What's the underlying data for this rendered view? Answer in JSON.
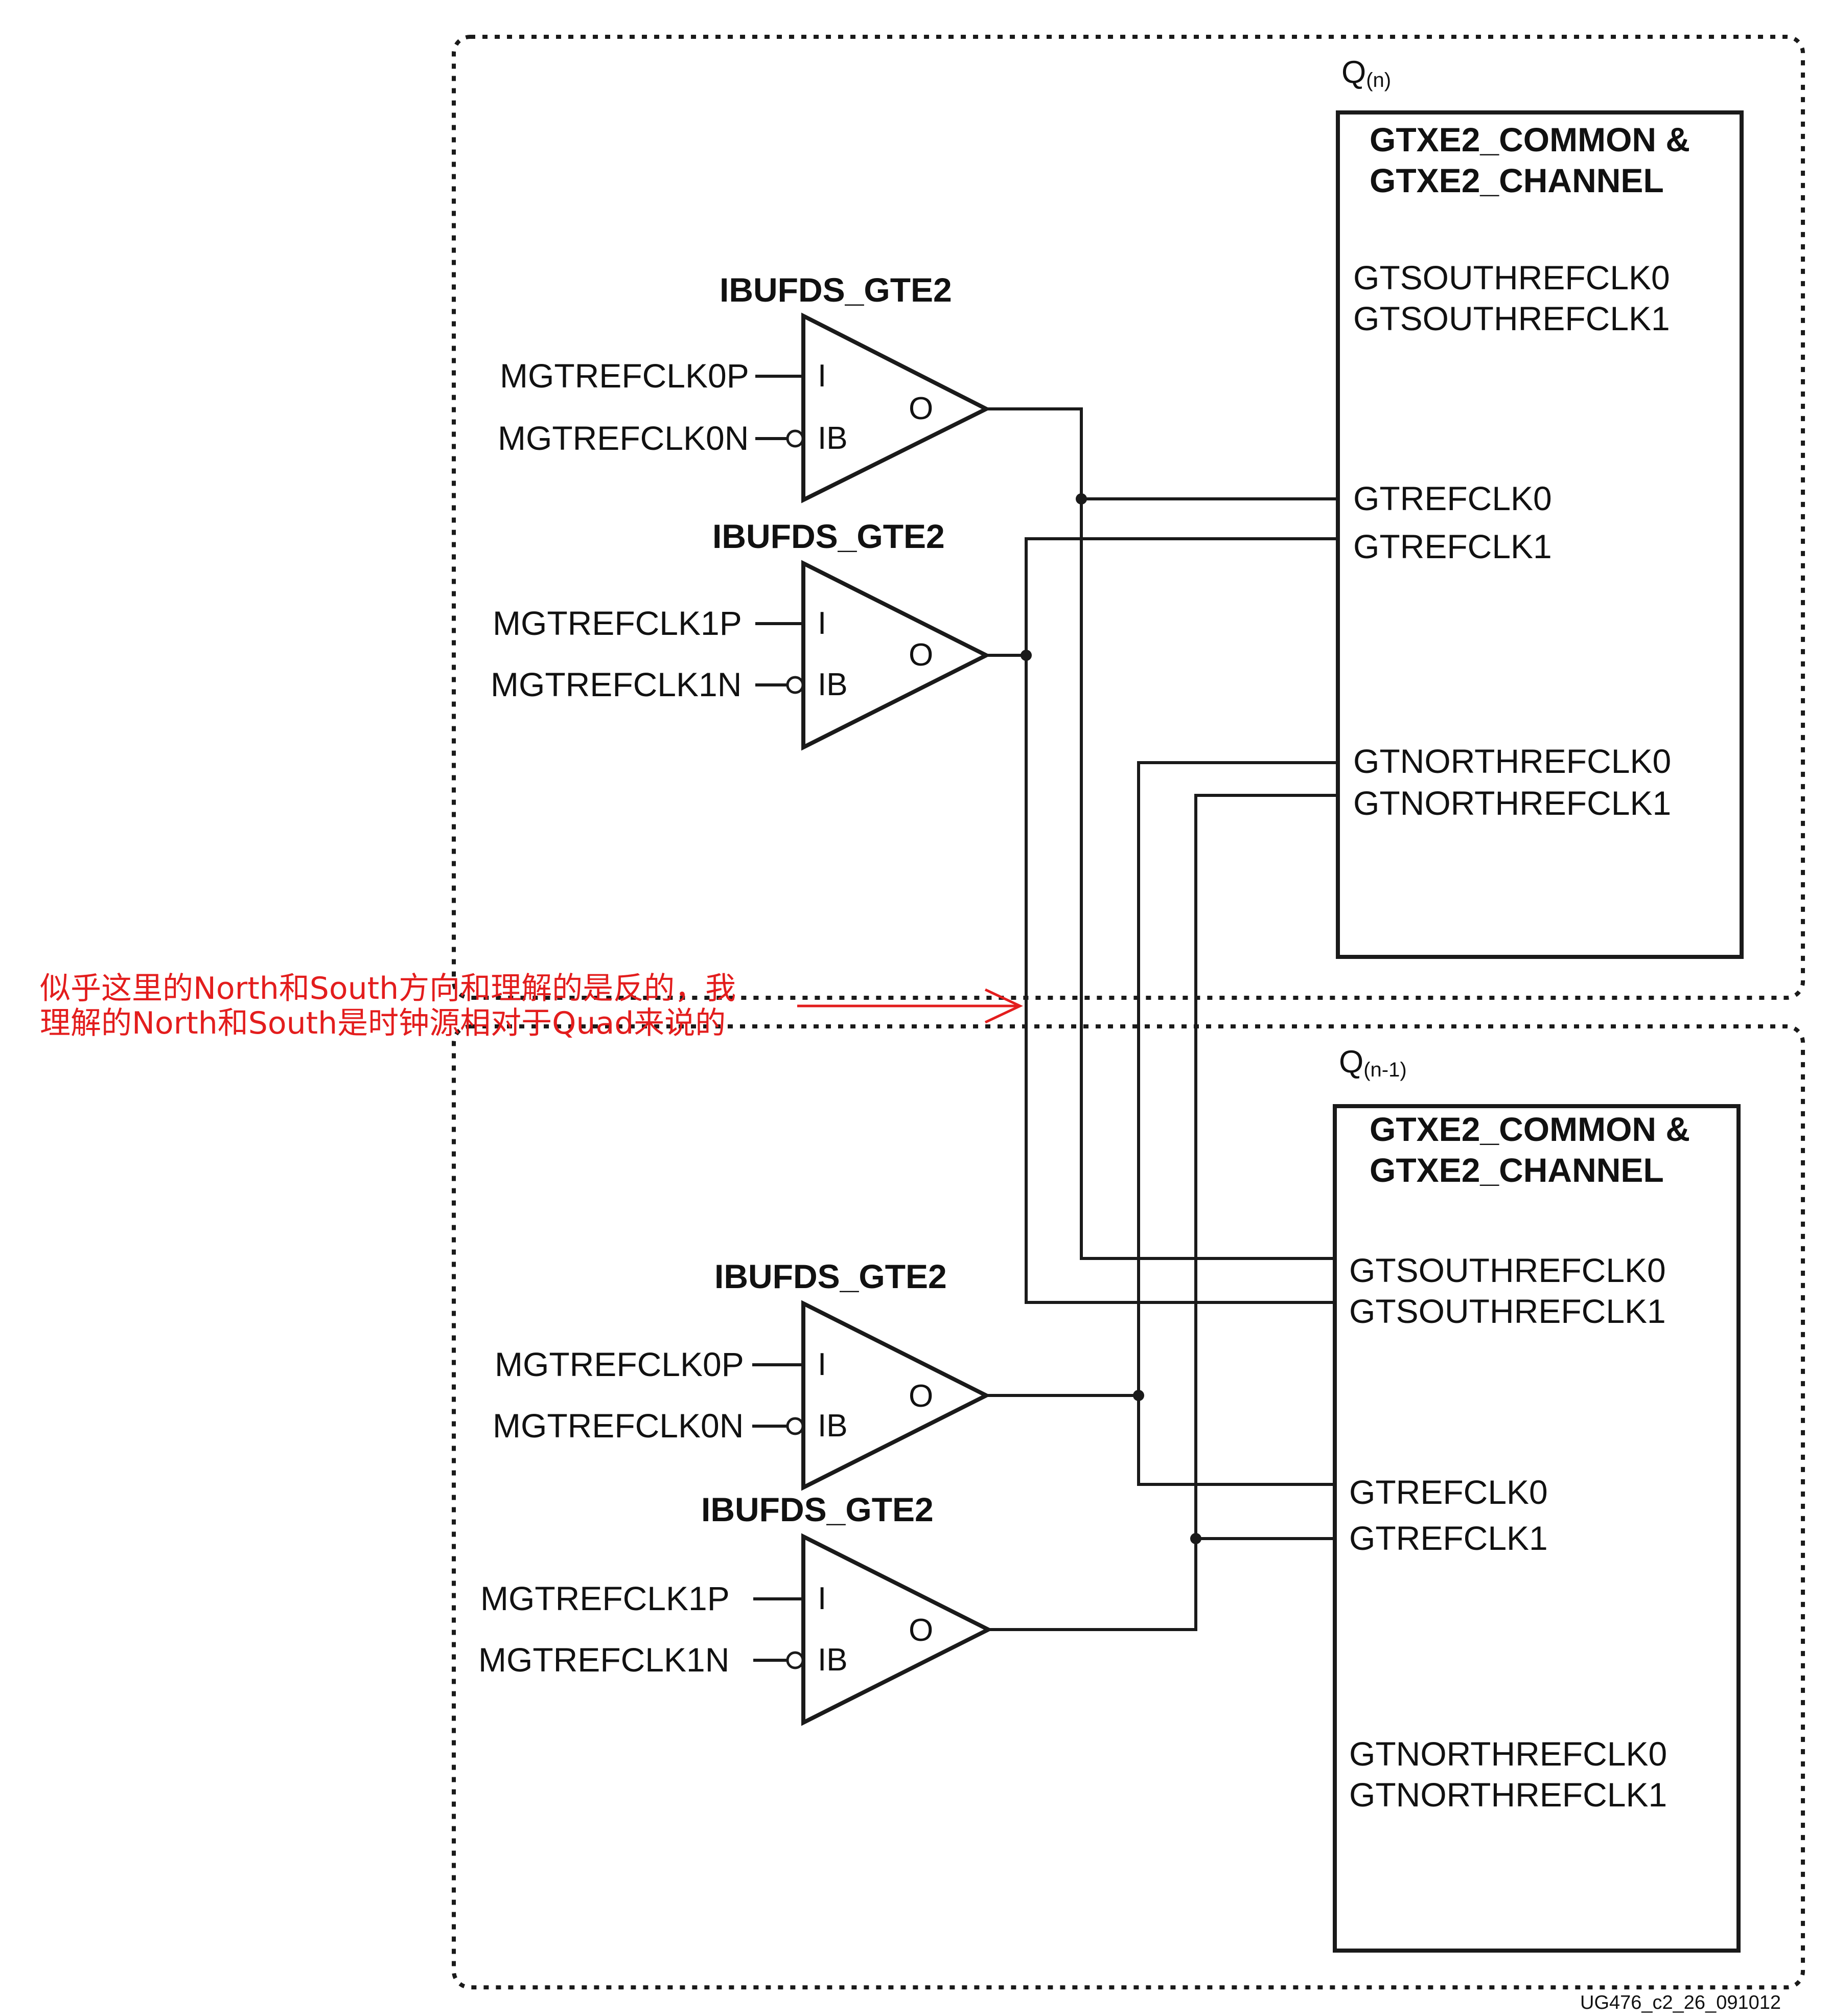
{
  "quads": {
    "upper": {
      "label": "Q",
      "label_sub": "(n)",
      "block_title_1": "GTXE2_COMMON &",
      "block_title_2": "GTXE2_CHANNEL",
      "ports": {
        "south0": "GTSOUTHREFCLK0",
        "south1": "GTSOUTHREFCLK1",
        "ref0": "GTREFCLK0",
        "ref1": "GTREFCLK1",
        "north0": "GTNORTHREFCLK0",
        "north1": "GTNORTHREFCLK1"
      },
      "buffers": [
        {
          "name": "IBUFDS_GTE2",
          "in_p": "MGTREFCLK0P",
          "in_n": "MGTREFCLK0N",
          "pin_i": "I",
          "pin_ib": "IB",
          "pin_o": "O"
        },
        {
          "name": "IBUFDS_GTE2",
          "in_p": "MGTREFCLK1P",
          "in_n": "MGTREFCLK1N",
          "pin_i": "I",
          "pin_ib": "IB",
          "pin_o": "O"
        }
      ]
    },
    "lower": {
      "label": "Q",
      "label_sub": "(n-1)",
      "block_title_1": "GTXE2_COMMON &",
      "block_title_2": "GTXE2_CHANNEL",
      "ports": {
        "south0": "GTSOUTHREFCLK0",
        "south1": "GTSOUTHREFCLK1",
        "ref0": "GTREFCLK0",
        "ref1": "GTREFCLK1",
        "north0": "GTNORTHREFCLK0",
        "north1": "GTNORTHREFCLK1"
      },
      "buffers": [
        {
          "name": "IBUFDS_GTE2",
          "in_p": "MGTREFCLK0P",
          "in_n": "MGTREFCLK0N",
          "pin_i": "I",
          "pin_ib": "IB",
          "pin_o": "O"
        },
        {
          "name": "IBUFDS_GTE2",
          "in_p": "MGTREFCLK1P",
          "in_n": "MGTREFCLK1N",
          "pin_i": "I",
          "pin_ib": "IB",
          "pin_o": "O"
        }
      ]
    }
  },
  "annotation": {
    "line1": "似乎这里的North和South方向和理解的是反的，我",
    "line2": "理解的North和South是时钟源相对于Quad来说的",
    "color": "#e31d1d"
  },
  "figure_id": "UG476_c2_26_091012"
}
